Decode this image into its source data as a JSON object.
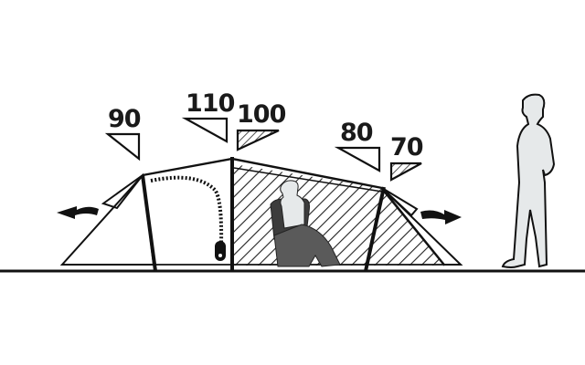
{
  "diagram": {
    "type": "tent-side-profile",
    "description": "Side view of a tunnel tent showing section heights, ventilation airflow, a seated person inside and a standing person for scale",
    "height_markers": [
      {
        "value": "90",
        "position": "front vestibule",
        "shaded": false
      },
      {
        "value": "110",
        "position": "front arch",
        "shaded": false
      },
      {
        "value": "100",
        "position": "inner tent front",
        "shaded": true
      },
      {
        "value": "80",
        "position": "rear arch",
        "shaded": false
      },
      {
        "value": "70",
        "position": "inner tent rear",
        "shaded": true
      }
    ],
    "airflow": {
      "left": "airflow-out-arrow",
      "right": "airflow-out-arrow"
    },
    "figures": {
      "seated": "seated-person-in-inner-tent",
      "standing": "standing-person-for-scale"
    },
    "colors": {
      "line": "#111111",
      "hatch": "#222222",
      "figure_fill": "#e6e9ea",
      "seated_body": "#5a5a5a",
      "seated_chair": "#3c3c3c",
      "background": "#ffffff"
    }
  }
}
